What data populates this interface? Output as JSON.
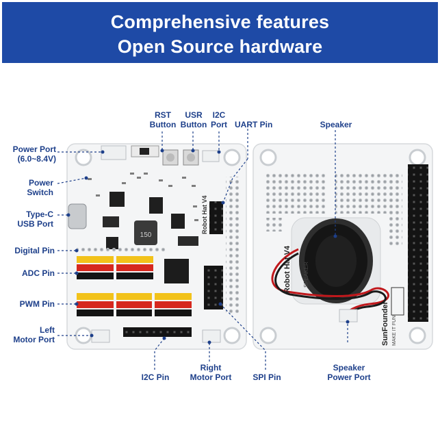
{
  "banner": {
    "line1": "Comprehensive features",
    "line2": "Open Source hardware",
    "color": "#1e4aa6"
  },
  "labels": {
    "power_port": [
      "Power Port",
      "(6.0~8.4V)"
    ],
    "power_switch": [
      "Power",
      "Switch"
    ],
    "type_c": [
      "Type-C",
      "USB Port"
    ],
    "digital_pin": "Digital Pin",
    "adc_pin": "ADC Pin",
    "pwm_pin": "PWM Pin",
    "left_motor": [
      "Left",
      "Motor Port"
    ],
    "rst_button": [
      "RST",
      "Button"
    ],
    "usr_button": [
      "USR",
      "Button"
    ],
    "i2c_port": [
      "I2C",
      "Port"
    ],
    "uart_pin": "UART Pin",
    "speaker": "Speaker",
    "i2c_pin": "I2C Pin",
    "right_motor": [
      "Right",
      "Motor Port"
    ],
    "spi_pin": "SPI Pin",
    "speaker_power": [
      "Speaker",
      "Power Port"
    ]
  },
  "board_text": {
    "left_board": "Robot Hat V4",
    "right_board": "Robot Hat V4",
    "brand": "SunFounder",
    "slogan": "MAKE IT FUN",
    "inductor": "150",
    "speaker_silk": "SPEAKER"
  },
  "colors": {
    "label_blue": "#1d3f8a",
    "pcb_white": "#f4f5f6",
    "header_black": "#141414",
    "pin_yellow": "#f2c21a",
    "pin_red": "#d6281e"
  }
}
